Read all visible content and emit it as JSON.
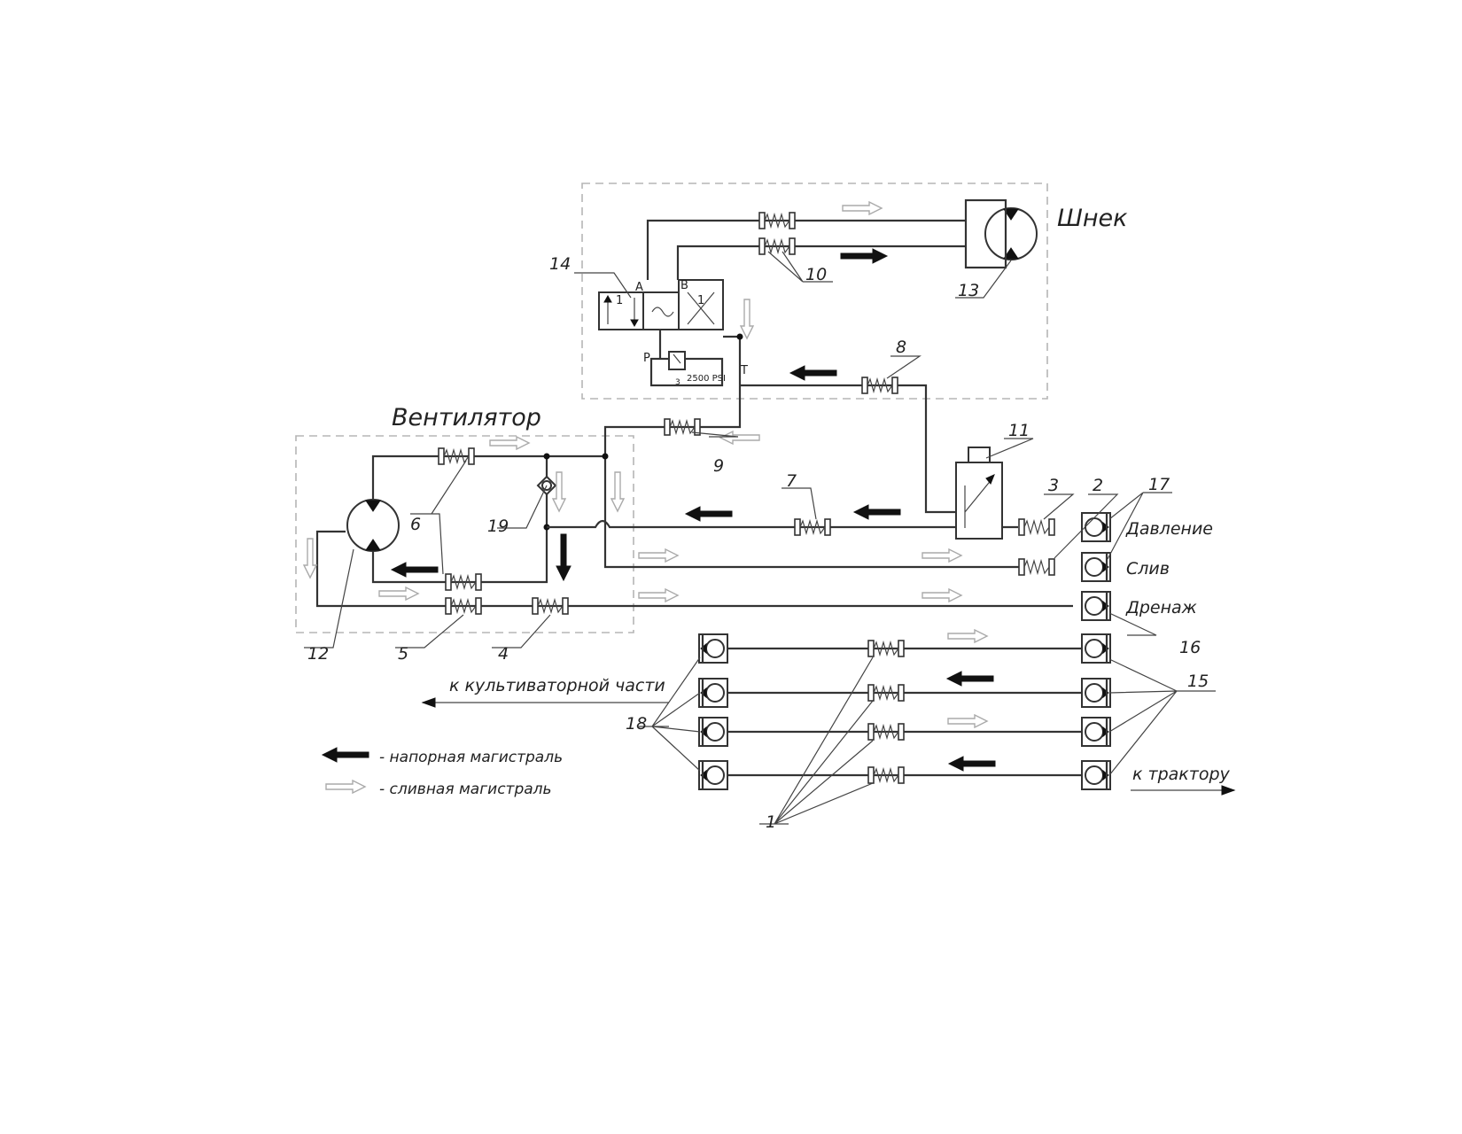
{
  "titles": {
    "auger": "Шнек",
    "fan": "Вентилятор"
  },
  "port_labels": {
    "pressure": "Давление",
    "return": "Слив",
    "drain": "Дренаж"
  },
  "directions": {
    "to_cultivator": "к культиваторной части",
    "to_tractor": "к трактору"
  },
  "legend": {
    "pressure_line": "- напорная магистраль",
    "return_line": "- сливная магистраль"
  },
  "valve": {
    "port_a": "A",
    "port_b": "B",
    "port_p": "P",
    "port_t": "T",
    "pos_left": "1",
    "pos_right": "1",
    "relief_setting": "2500 PSI",
    "relief_mark": "3"
  },
  "positions": {
    "p1": "1",
    "p2": "2",
    "p3": "3",
    "p4": "4",
    "p5": "5",
    "p6": "6",
    "p7": "7",
    "p8": "8",
    "p9": "9",
    "p10": "10",
    "p11": "11",
    "p12": "12",
    "p13": "13",
    "p14": "14",
    "p15": "15",
    "p16": "16",
    "p17": "17",
    "p18": "18",
    "p19": "19"
  },
  "colors": {
    "line": "#333333",
    "pressure_arrow": "#111111",
    "return_arrow": "#aaaaaa",
    "boundary": "#b5b5b5"
  }
}
